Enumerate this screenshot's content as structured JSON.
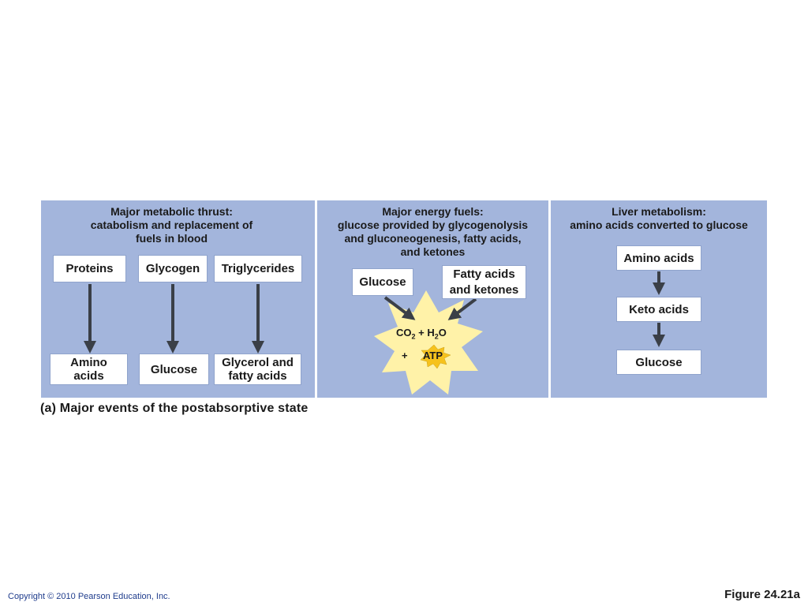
{
  "panels": [
    {
      "title": "Major metabolic thrust:",
      "subtitle_lines": [
        "catabolism and replacement of",
        "fuels in blood"
      ],
      "inputs": [
        "Proteins",
        "Glycogen",
        "Triglycerides"
      ],
      "outputs": [
        [
          "Amino",
          "acids"
        ],
        [
          "Glucose"
        ],
        [
          "Glycerol and",
          "fatty acids"
        ]
      ]
    },
    {
      "title": "Major energy fuels:",
      "subtitle_lines": [
        "glucose provided by glycogenolysis",
        "and gluconeogenesis, fatty acids,",
        "and ketones"
      ],
      "fuel_1": "Glucose",
      "fuel_2_lines": [
        "Fatty acids",
        "and ketones"
      ],
      "product_co2": "CO",
      "product_co2_sub": "2",
      "product_plus": "+ H",
      "product_h2o_sub": "2",
      "product_o": "O",
      "plus_sign": "+",
      "atp": "ATP"
    },
    {
      "title": "Liver metabolism:",
      "subtitle_lines": [
        "amino acids converted to glucose"
      ],
      "steps": [
        "Amino acids",
        "Keto acids",
        "Glucose"
      ]
    }
  ],
  "caption": "(a) Major events of the postabsorptive state",
  "copyright": "Copyright © 2010 Pearson Education, Inc.",
  "figure_label": "Figure 24.21a",
  "colors": {
    "panel": "#a3b5dc",
    "arrow": "#3a3f47",
    "starburst": "#fff2a8",
    "atp": "#f6c21d"
  }
}
